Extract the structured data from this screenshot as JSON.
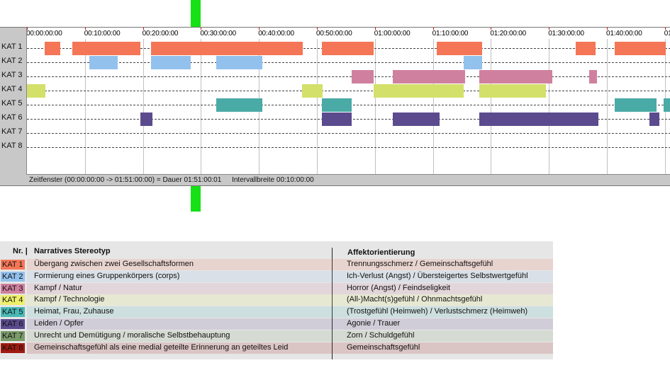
{
  "timeline": {
    "tick_labels": [
      "00:00:00:00",
      "00:10:00:00",
      "00:20:00:00",
      "00:30:00:00",
      "00:40:00:00",
      "00:50:00:00",
      "01:00:00:00",
      "01:10:00:00",
      "01:20:00:00",
      "01:30:00:00",
      "01:40:00:00",
      "01"
    ],
    "row_labels": [
      "KAT 1",
      "KAT 2",
      "KAT 3",
      "KAT 4",
      "KAT 5",
      "KAT 6",
      "KAT 7",
      "KAT 8"
    ],
    "status": {
      "window": "Zeitfenster (00:00:00:00 -> 01:51:00:00) = Dauer 01:51:00:01",
      "interval": "Intervallbreite 00:10:00:00"
    }
  },
  "chart_data": {
    "type": "timeline",
    "x_unit": "minutes",
    "xlim": [
      0,
      111
    ],
    "rows": [
      {
        "name": "KAT 1",
        "color": "#f47656",
        "intervals": [
          [
            3.0,
            5.8
          ],
          [
            7.8,
            19.5
          ],
          [
            21.4,
            47.6
          ],
          [
            50.9,
            59.8
          ],
          [
            70.6,
            78.5
          ],
          [
            94.6,
            98.0
          ],
          [
            101.4,
            110.2
          ]
        ]
      },
      {
        "name": "KAT 2",
        "color": "#93c1ee",
        "intervals": [
          [
            10.7,
            15.6
          ],
          [
            21.4,
            28.3
          ],
          [
            32.7,
            40.6
          ],
          [
            75.3,
            78.5
          ]
        ]
      },
      {
        "name": "KAT 3",
        "color": "#d0809f",
        "intervals": [
          [
            56.0,
            59.8
          ],
          [
            63.1,
            75.6
          ],
          [
            78.0,
            90.6
          ],
          [
            97.0,
            98.3
          ]
        ]
      },
      {
        "name": "KAT 4",
        "color": "#d3e06a",
        "intervals": [
          [
            0.0,
            3.2
          ],
          [
            47.4,
            51.0
          ],
          [
            59.8,
            75.3
          ],
          [
            78.0,
            89.5
          ]
        ]
      },
      {
        "name": "KAT 5",
        "color": "#4aaaa6",
        "intervals": [
          [
            32.7,
            40.6
          ],
          [
            50.9,
            56.0
          ],
          [
            101.4,
            108.6
          ],
          [
            109.8,
            111.0
          ]
        ]
      },
      {
        "name": "KAT 6",
        "color": "#5b4b8e",
        "intervals": [
          [
            19.5,
            21.7
          ],
          [
            50.9,
            56.0
          ],
          [
            63.1,
            71.1
          ],
          [
            78.0,
            98.5
          ],
          [
            107.3,
            109.0
          ]
        ]
      },
      {
        "name": "KAT 7",
        "color": "#888888",
        "intervals": []
      },
      {
        "name": "KAT 8",
        "color": "#8a1a1a",
        "intervals": []
      }
    ]
  },
  "legend": {
    "header_nr": "Nr. |",
    "header_stereotyp": "Narratives Stereotyp",
    "header_affekt": "Affektorientierung",
    "rows": [
      {
        "nr": "KAT 1",
        "color": "#f47656",
        "stereotyp": "Übergang zwischen zwei Gesellschaftsformen",
        "affekt": "Trennungsschmerz / Gemeinschaftsgefühl"
      },
      {
        "nr": "KAT 2",
        "color": "#93c1ee",
        "stereotyp": "Formierung eines Gruppenkörpers (corps)",
        "affekt": "Ich-Verlust (Angst) / Übersteigertes Selbstwertgefühl"
      },
      {
        "nr": "KAT 3",
        "color": "#d0809f",
        "stereotyp": "Kampf / Natur",
        "affekt": "Horror (Angst) / Feindseligkeit"
      },
      {
        "nr": "KAT 4",
        "color": "#eef06a",
        "stereotyp": "Kampf / Technologie",
        "affekt": "(All-)Macht(s)gefühl / Ohnmachtsgefühl"
      },
      {
        "nr": "KAT 5",
        "color": "#4ab8b4",
        "stereotyp": "Heimat, Frau, Zuhause",
        "affekt": "(Trostgefühl (Heimweh) / Verlustschmerz (Heimweh)"
      },
      {
        "nr": "KAT 6",
        "color": "#5b4b8e",
        "stereotyp": "Leiden / Opfer",
        "affekt": "Agonie / Trauer"
      },
      {
        "nr": "KAT 7",
        "color": "#7a9a6a",
        "stereotyp": "Unrecht und Demütigung / moralische Selbstbehauptung",
        "affekt": "Zorn / Schuldgefühl"
      },
      {
        "nr": "KAT 8",
        "color": "#a01a10",
        "stereotyp": "Gemeinschaftsgefühl als eine medial geteilte Erinnerung an geteiltes Leid",
        "affekt": "Gemeinschaftsgefühl"
      }
    ]
  }
}
